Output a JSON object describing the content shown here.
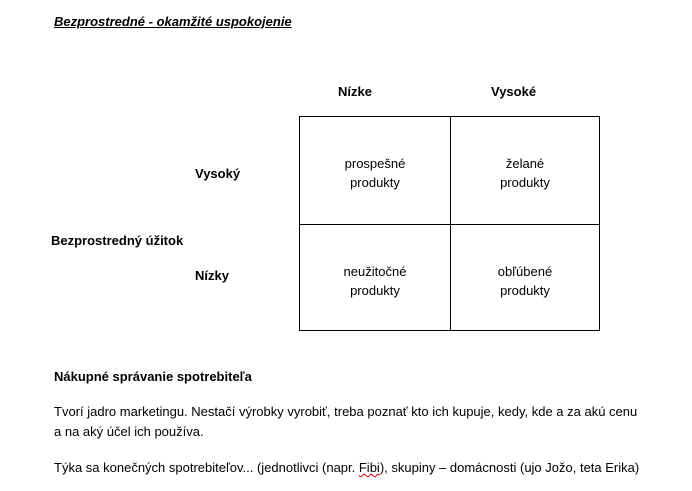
{
  "title": "Bezprostredné - okamžité uspokojenie",
  "matrix": {
    "column_headers": [
      "Nízke",
      "Vysoké"
    ],
    "row_headers": [
      "Vysoký",
      "Nízky"
    ],
    "left_axis_label": "Bezprostredný úžitok",
    "cells": {
      "top_left": {
        "line1": "prospešné",
        "line2": "produkty"
      },
      "top_right": {
        "line1": "želané",
        "line2": "produkty"
      },
      "bottom_left": {
        "line1": "neužitočné",
        "line2": "produkty"
      },
      "bottom_right": {
        "line1": "obľúbené",
        "line2": "produkty"
      }
    }
  },
  "section": {
    "heading": "Nákupné správanie spotrebiteľa",
    "paragraph1_line1": "Tvorí jadro marketingu. Nestačí výrobky vyrobiť, treba poznať kto ich kupuje, kedy, kde a za akú cenu",
    "paragraph1_line2": "a na aký účel ich používa.",
    "paragraph2_before": "Týka sa konečných spotrebiteľov... (jednotlivci (napr. ",
    "paragraph2_flagged_word": "Fibi",
    "paragraph2_after": "), skupiny – domácnosti (ujo Jožo, teta Erika)"
  },
  "colors": {
    "spellcheck_underline": "#d00000"
  }
}
